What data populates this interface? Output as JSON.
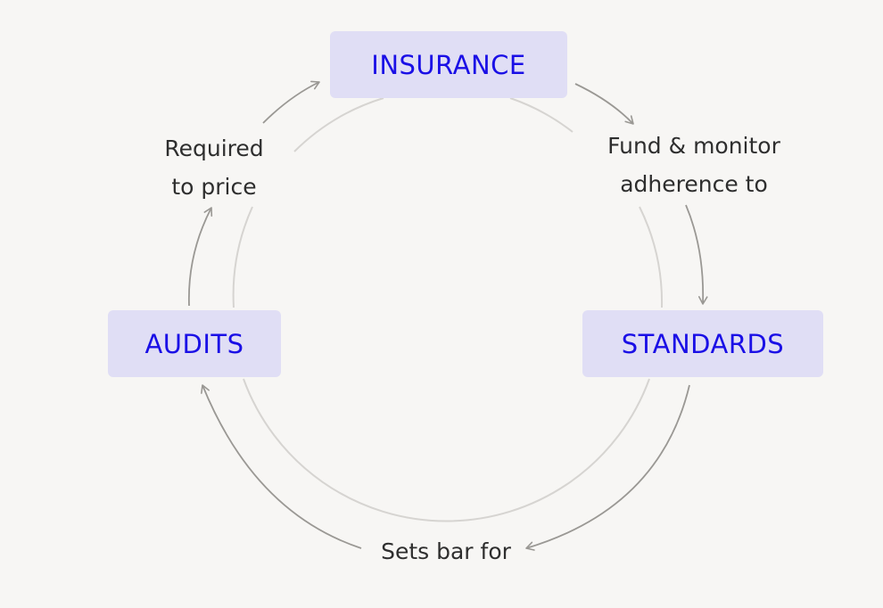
{
  "nodes": {
    "insurance": "INSURANCE",
    "audits": "AUDITS",
    "standards": "STANDARDS"
  },
  "edge_labels": {
    "fund_monitor": [
      "Fund & monitor",
      "adherence to"
    ],
    "sets_bar": [
      "Sets bar for"
    ],
    "required_price": [
      "Required",
      "to price"
    ]
  },
  "colors": {
    "background": "#f7f6f4",
    "node_fill": "#e0def5",
    "node_text": "#1a0fe6",
    "ring": "#d6d4d1",
    "arrow": "#9a9894",
    "label_text": "#2e2e2e"
  }
}
